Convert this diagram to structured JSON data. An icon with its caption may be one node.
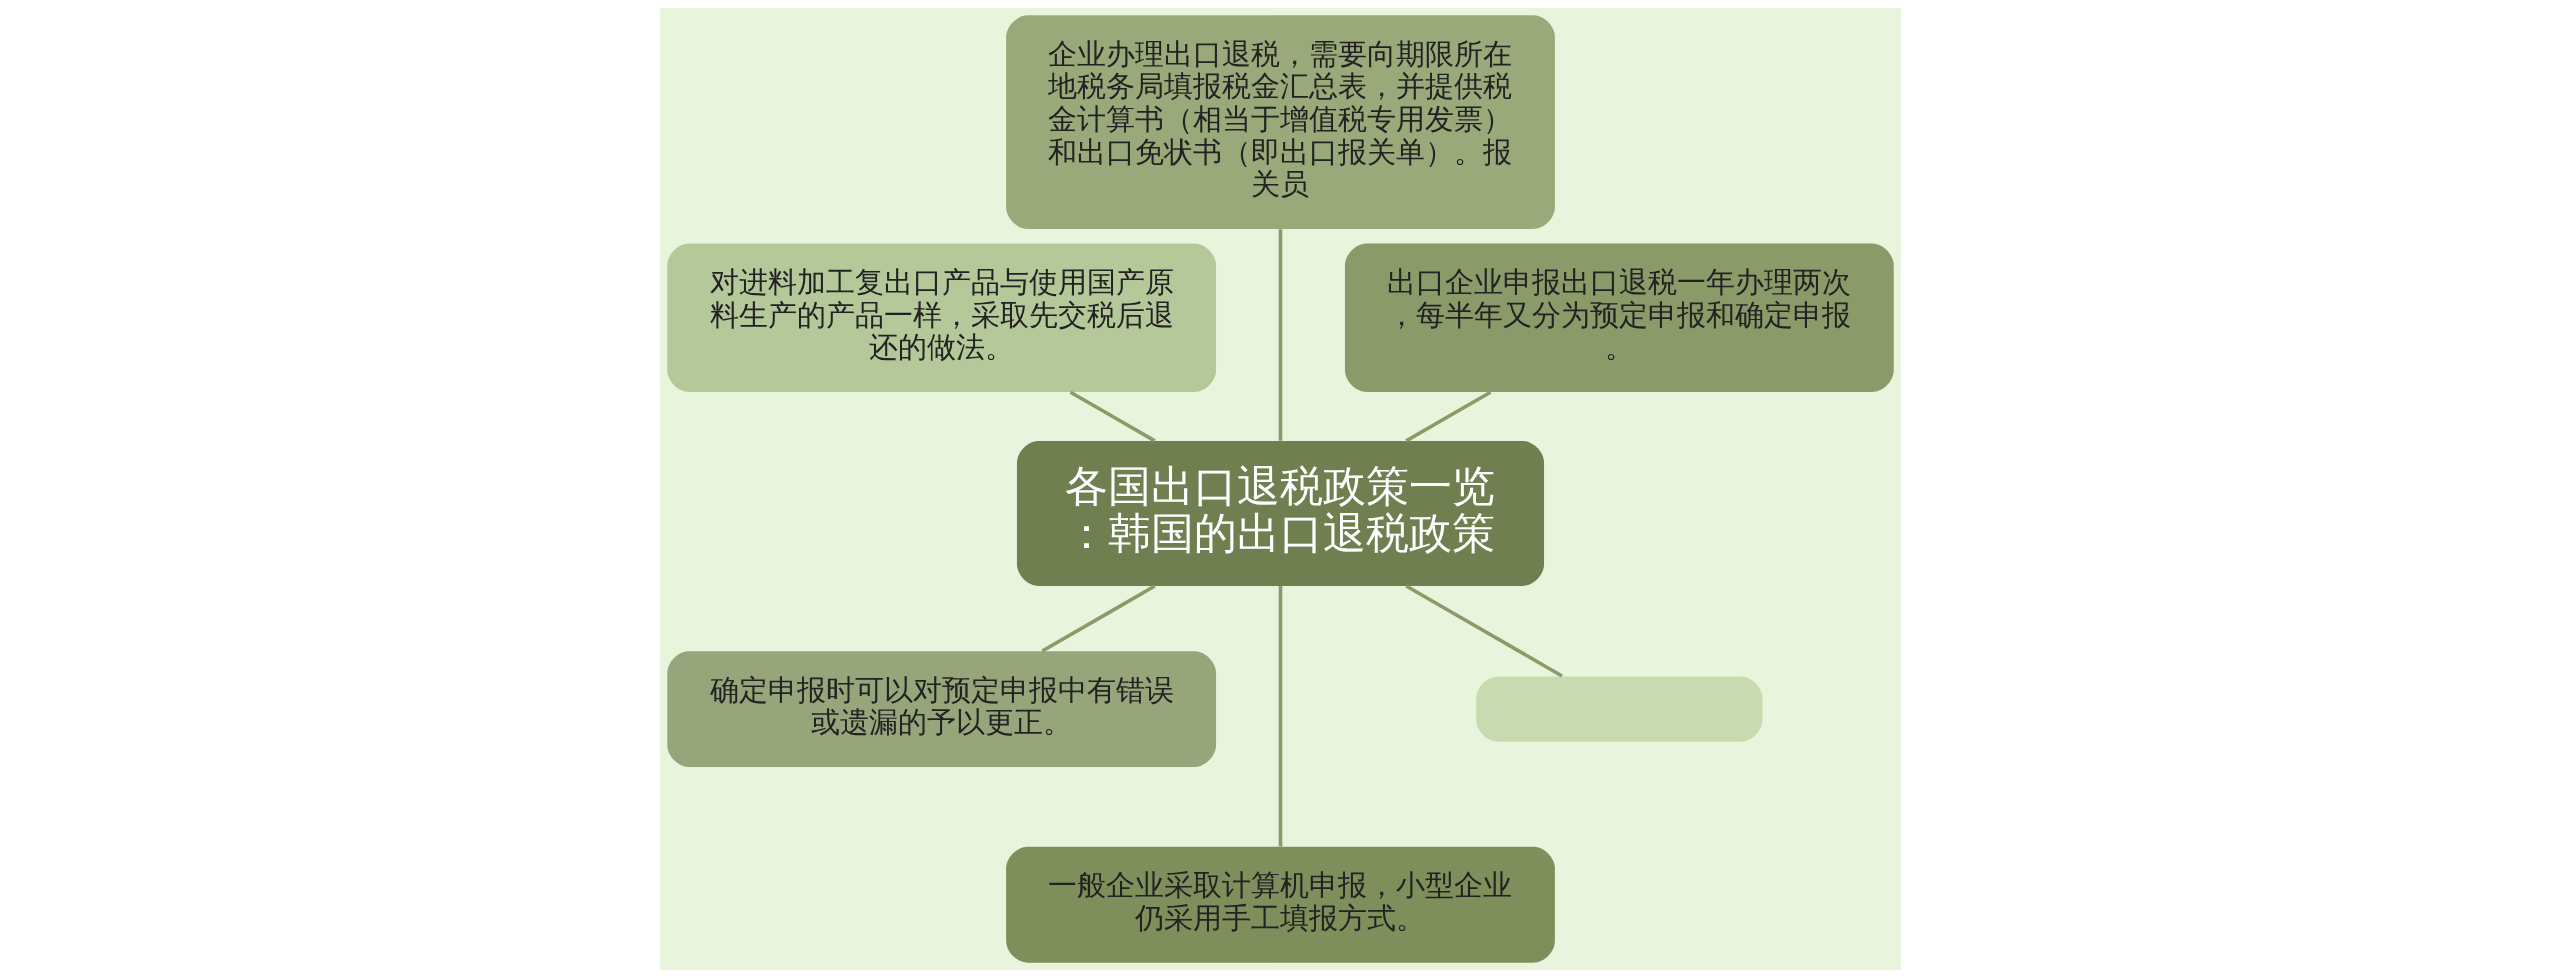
{
  "diagram": {
    "nodes": [
      {
        "text": [
          "各国出口退税政策一览：韩国的出口退税政策"
        ]
      },
      {
        "text": [
          "出口企业申报出口退税一年办理两次，每半年又分为预定申报和确定申报。"
        ]
      },
      {
        "text": [
          "企业办理出口退税，需要向期限所在地税务局填报税金汇总表，并提供税金计算书（相当于增值税专用发票）和出口免状书（即出口报关单）。报关员"
        ]
      },
      {
        "text": [
          "对进料加工复出口产品与使用国产原料生产的产品一样，采取先交税后退还的做法。"
        ]
      },
      {
        "text": [
          "确定申报时可以对预定申报中有错误或遗漏的予以更正。"
        ]
      },
      {
        "text": [
          "一般企业采取计算机申报，小型企业仍采用手工填报方式。"
        ]
      },
      {
        "text": [],
        "shape": "box"
      }
    ],
    "edges": [
      {
        "from": 0,
        "to": 1,
        "arrow": "none"
      },
      {
        "from": 0,
        "to": 2,
        "arrow": "none"
      },
      {
        "from": 0,
        "to": 3,
        "arrow": "none"
      },
      {
        "from": 0,
        "to": 4,
        "arrow": "none"
      },
      {
        "from": 0,
        "to": 5,
        "arrow": "none"
      },
      {
        "from": 0,
        "to": 6,
        "arrow": "none"
      }
    ]
  }
}
